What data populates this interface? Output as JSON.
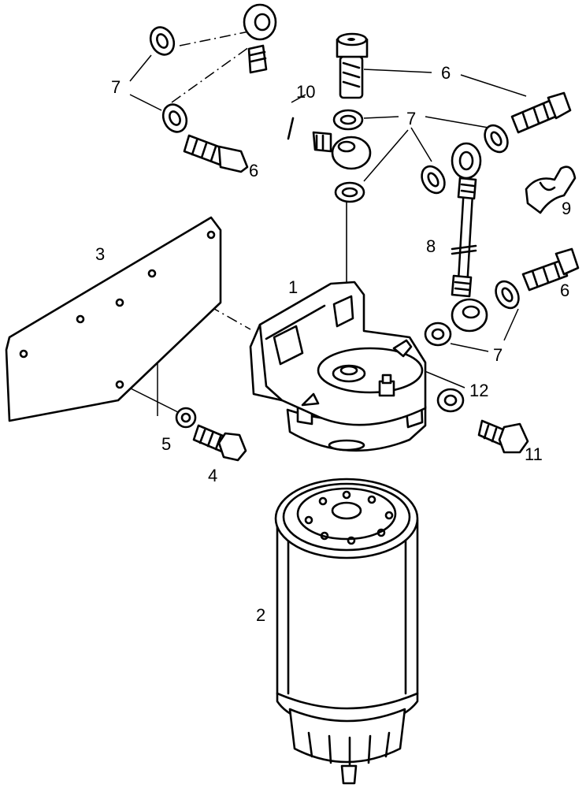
{
  "diagram": {
    "callouts": [
      {
        "id": "c1",
        "text": "1"
      },
      {
        "id": "c2",
        "text": "2"
      },
      {
        "id": "c3",
        "text": "3"
      },
      {
        "id": "c4",
        "text": "4"
      },
      {
        "id": "c5",
        "text": "5"
      },
      {
        "id": "c6a",
        "text": "6"
      },
      {
        "id": "c6b",
        "text": "6"
      },
      {
        "id": "c6c",
        "text": "6"
      },
      {
        "id": "c7a",
        "text": "7"
      },
      {
        "id": "c7b",
        "text": "7"
      },
      {
        "id": "c7c",
        "text": "7"
      },
      {
        "id": "c8",
        "text": "8"
      },
      {
        "id": "c9",
        "text": "9"
      },
      {
        "id": "c10",
        "text": "10"
      },
      {
        "id": "c11",
        "text": "11"
      },
      {
        "id": "c12",
        "text": "12"
      }
    ]
  }
}
